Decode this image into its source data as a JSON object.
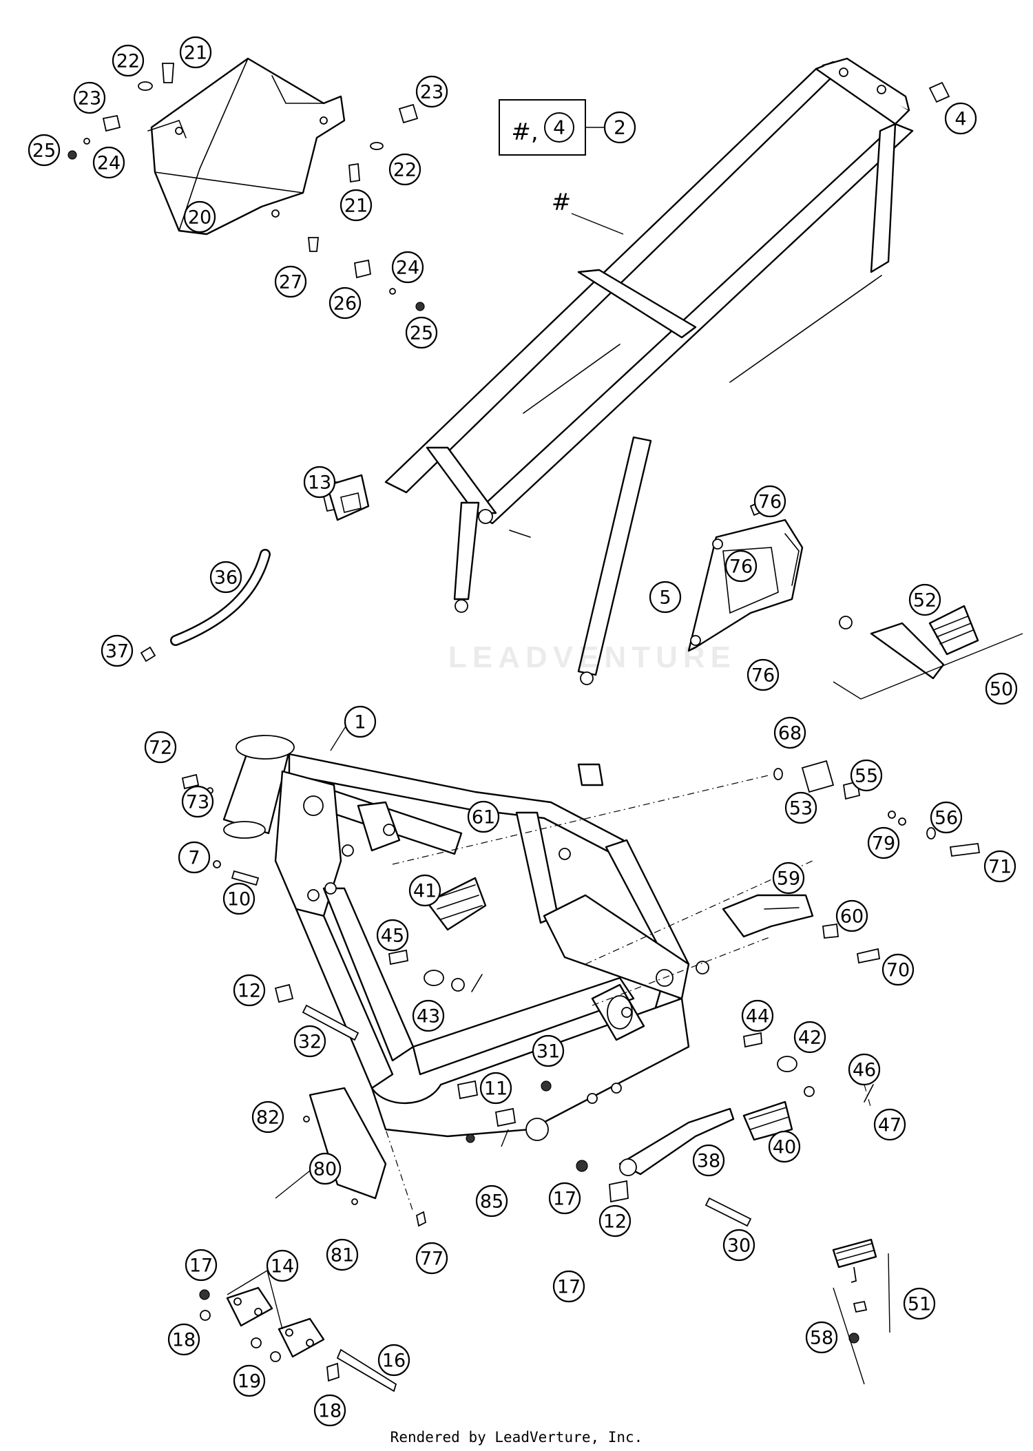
{
  "footer": "Rendered by LeadVerture, Inc.",
  "watermark": "LEADVENTURE",
  "assembly_label": {
    "hash": "#,",
    "ref": "4",
    "num": "2"
  },
  "frame_hash_label": "#",
  "callouts": [
    {
      "num": "1"
    },
    {
      "num": "4"
    },
    {
      "num": "5"
    },
    {
      "num": "7"
    },
    {
      "num": "10"
    },
    {
      "num": "11"
    },
    {
      "num": "12"
    },
    {
      "num": "12"
    },
    {
      "num": "13"
    },
    {
      "num": "14"
    },
    {
      "num": "16"
    },
    {
      "num": "17"
    },
    {
      "num": "17"
    },
    {
      "num": "17"
    },
    {
      "num": "18"
    },
    {
      "num": "18"
    },
    {
      "num": "19"
    },
    {
      "num": "20"
    },
    {
      "num": "21"
    },
    {
      "num": "21"
    },
    {
      "num": "22"
    },
    {
      "num": "22"
    },
    {
      "num": "23"
    },
    {
      "num": "23"
    },
    {
      "num": "24"
    },
    {
      "num": "24"
    },
    {
      "num": "25"
    },
    {
      "num": "25"
    },
    {
      "num": "26"
    },
    {
      "num": "27"
    },
    {
      "num": "30"
    },
    {
      "num": "31"
    },
    {
      "num": "32"
    },
    {
      "num": "36"
    },
    {
      "num": "37"
    },
    {
      "num": "38"
    },
    {
      "num": "40"
    },
    {
      "num": "41"
    },
    {
      "num": "42"
    },
    {
      "num": "43"
    },
    {
      "num": "44"
    },
    {
      "num": "45"
    },
    {
      "num": "46"
    },
    {
      "num": "47"
    },
    {
      "num": "50"
    },
    {
      "num": "51"
    },
    {
      "num": "52"
    },
    {
      "num": "53"
    },
    {
      "num": "55"
    },
    {
      "num": "56"
    },
    {
      "num": "58"
    },
    {
      "num": "59"
    },
    {
      "num": "60"
    },
    {
      "num": "61"
    },
    {
      "num": "68"
    },
    {
      "num": "70"
    },
    {
      "num": "71"
    },
    {
      "num": "72"
    },
    {
      "num": "73"
    },
    {
      "num": "76"
    },
    {
      "num": "76"
    },
    {
      "num": "76"
    },
    {
      "num": "77"
    },
    {
      "num": "79"
    },
    {
      "num": "80"
    },
    {
      "num": "81"
    },
    {
      "num": "82"
    },
    {
      "num": "85"
    }
  ]
}
